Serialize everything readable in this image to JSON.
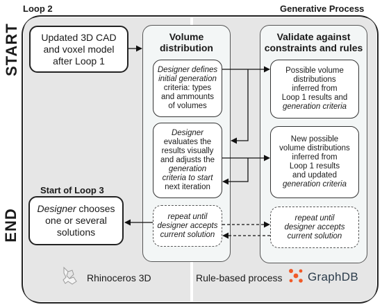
{
  "header": {
    "left": "Loop 2",
    "right": "Generative Process"
  },
  "side": {
    "start": "START",
    "end": "END"
  },
  "left_section": {
    "box1_lines": [
      "Updated 3D CAD",
      "and voxel model",
      "after Loop 1"
    ],
    "loop3_title": "Start of Loop 3",
    "box2_lines": [
      "Designer chooses",
      "one or several",
      "solutions"
    ]
  },
  "column1": {
    "title_lines": [
      "Volume",
      "distribution"
    ],
    "b1_lines": [
      "Designer defines",
      "initial generation",
      "criteria: types",
      "and  ammounts",
      "of volumes"
    ],
    "b2_lines": [
      "Designer",
      "evaluates the",
      "results visually",
      "and adjusts the",
      "generation",
      "criteria to start",
      "next iteration"
    ],
    "b3_lines": [
      "repeat until",
      "designer accepts",
      "current solution"
    ]
  },
  "column2": {
    "title_lines": [
      "Validate against",
      "constraints and rules"
    ],
    "b1_lines": [
      "Possible volume",
      "distributions",
      "inferred from",
      "Loop 1 results and",
      "generation criteria"
    ],
    "b2_lines": [
      "New possible",
      "volume distributions",
      "inferred from",
      "Loop 1 results",
      "and updated",
      "generation criteria"
    ],
    "b3_lines": [
      "repeat until",
      "designer accepts",
      "current solution"
    ]
  },
  "footer": {
    "left_label": "Rhinoceros 3D",
    "right_label": "Rule-based process",
    "brand": "GraphDB"
  },
  "icons": [
    "rhino-icon",
    "graphdb-logo-icon"
  ],
  "colors": {
    "panel": "#e6e6e6",
    "column": "#f3f6f6",
    "graphdb_orange": "#f05a28",
    "graphdb_text": "#2a3b4a"
  }
}
